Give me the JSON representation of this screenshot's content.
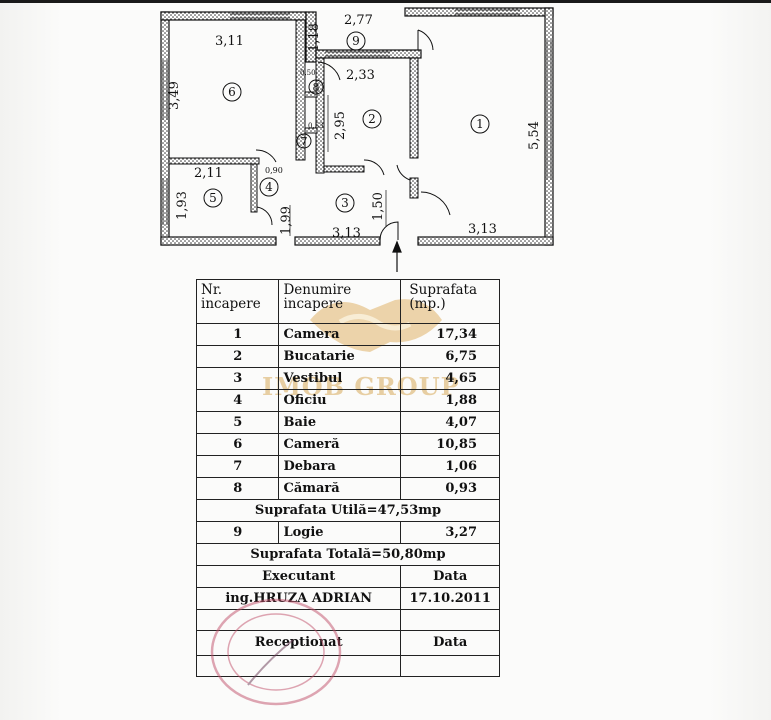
{
  "plan": {
    "rooms": [
      {
        "num": "1"
      },
      {
        "num": "2"
      },
      {
        "num": "3"
      },
      {
        "num": "4"
      },
      {
        "num": "5"
      },
      {
        "num": "6"
      },
      {
        "num": "7"
      },
      {
        "num": "8"
      },
      {
        "num": "9"
      }
    ],
    "dims": {
      "d_311": "3,11",
      "d_349": "3,49",
      "d_277": "2,77",
      "d_118": "1,18",
      "d_233": "2,33",
      "d_295": "2,95",
      "d_554": "5,54",
      "d_211": "2,11",
      "d_090": "0,90",
      "d_193": "1,93",
      "d_199": "1,99",
      "d_150": "1,50",
      "d_313a": "3,13",
      "d_313b": "3,13",
      "d_053a": "0,50",
      "d_053b": "0,53"
    }
  },
  "table": {
    "header": {
      "nr_line1": "Nr.",
      "nr_line2": "incapere",
      "den_line1": "Denumire",
      "den_line2": "incapere",
      "sup_line1": "Suprafata",
      "sup_line2": "(mp.)"
    },
    "rows": [
      {
        "nr": "1",
        "name": "Camera",
        "area": "17,34"
      },
      {
        "nr": "2",
        "name": "Bucatarie",
        "area": "6,75"
      },
      {
        "nr": "3",
        "name": "Vestibul",
        "area": "4,65"
      },
      {
        "nr": "4",
        "name": "Oficiu",
        "area": "1,88"
      },
      {
        "nr": "5",
        "name": "Baie",
        "area": "4,07"
      },
      {
        "nr": "6",
        "name": "Cameră",
        "area": "10,85"
      },
      {
        "nr": "7",
        "name": "Debara",
        "area": "1,06"
      },
      {
        "nr": "8",
        "name": "Cămară",
        "area": "0,93"
      }
    ],
    "util_total": "Suprafata Utilă=47,53mp",
    "logie": {
      "nr": "9",
      "name": "Logie",
      "area": "3,27"
    },
    "total": "Suprafata Totală=50,80mp",
    "executant_label": "Executant",
    "data_label": "Data",
    "executant_name": "ing.HRUZA ADRIAN",
    "executant_date": "17.10.2011",
    "receptionat_label": "Receptionat",
    "data_label_2": "Data"
  },
  "watermark": {
    "text": "IMOB GROUP"
  },
  "colors": {
    "ink": "#111111",
    "wall_hatch": "#333333",
    "watermark": "#d9ad5f",
    "stamp": "#c0506a"
  }
}
